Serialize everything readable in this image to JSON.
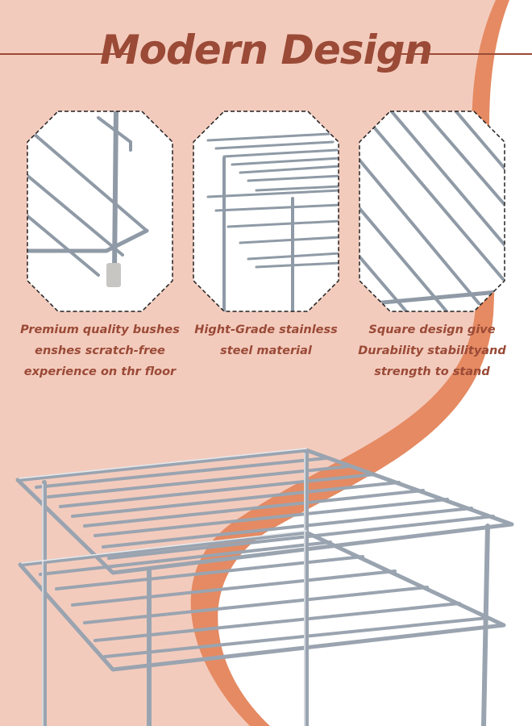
{
  "title": "Modern Design",
  "features": [
    {
      "icon": "rubber-bush-icon",
      "lines": [
        "Premium quality bushes",
        "enshes scratch-free",
        "experience on thr floor"
      ]
    },
    {
      "icon": "steel-rack-icon",
      "lines": [
        "Hight-Grade stainless",
        "steel material"
      ]
    },
    {
      "icon": "square-wire-icon",
      "lines": [
        "Square design give",
        "Durability stabilityand",
        "strength to stand"
      ]
    }
  ],
  "colors": {
    "accent": "#9a4a36",
    "peach": "#f3cbbd",
    "orange": "#e58a62",
    "panel": "#ffffff"
  }
}
